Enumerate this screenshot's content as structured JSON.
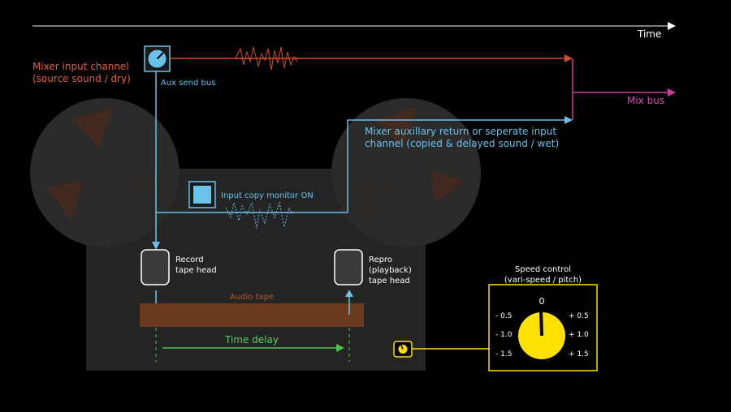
{
  "time_label": "Time",
  "mixer_input": {
    "line1": "Mixer input channel",
    "line2": "(source sound / dry)"
  },
  "aux_send_label": "Aux send bus",
  "mix_bus_label": "Mix bus",
  "aux_return": {
    "line1": "Mixer auxillary return or seperate input",
    "line2": "channel (copied & delayed sound / wet)"
  },
  "monitor_label": "Input copy monitor ON",
  "record_head": {
    "line1": "Record",
    "line2": "tape head"
  },
  "repro_head": {
    "line1": "Repro",
    "line2": "(playback)",
    "line3": "tape head"
  },
  "audio_tape_label": "Audio tape",
  "time_delay_label": "Time delay",
  "speed_control": {
    "title1": "Speed control",
    "title2": "(vari-speed / pitch)",
    "center": "0",
    "scale_left": [
      "- 0.5",
      "- 1.0",
      "- 1.5"
    ],
    "scale_right": [
      "+ 0.5",
      "+ 1.0",
      "+ 1.5"
    ]
  },
  "colors": {
    "dry": "#d9492b",
    "wet": "#69c2ea",
    "mix": "#c8409e",
    "delay": "#4fc24f",
    "tape": "#6b3a1c",
    "speed": "#ffe000"
  }
}
